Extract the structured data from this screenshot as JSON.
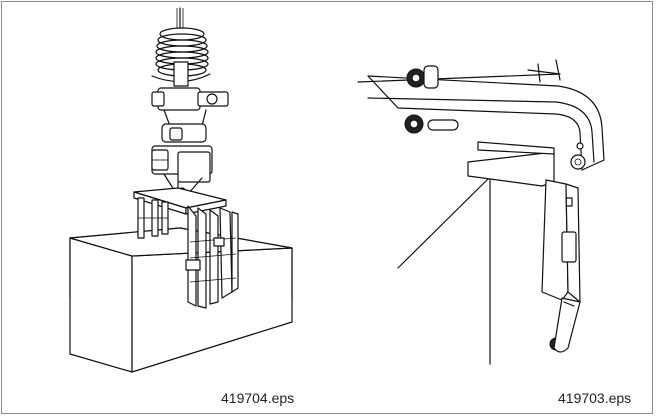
{
  "figures": [
    {
      "id": "left",
      "caption": "419704.eps"
    },
    {
      "id": "right",
      "caption": "419703.eps"
    }
  ]
}
